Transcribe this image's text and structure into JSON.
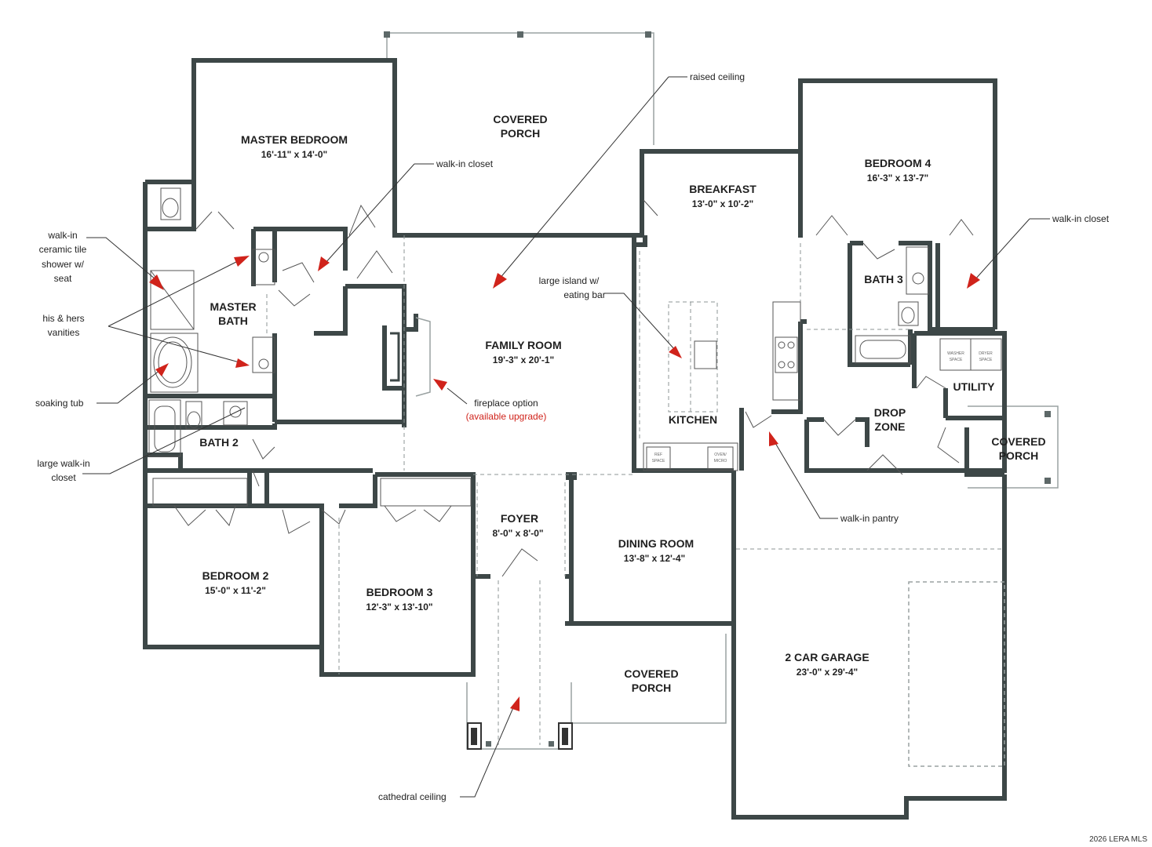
{
  "rooms": {
    "master_bedroom": {
      "name": "MASTER BEDROOM",
      "dim": "16'-11\" x 14'-0\""
    },
    "covered_porch_back": {
      "line1": "COVERED",
      "line2": "PORCH"
    },
    "breakfast": {
      "name": "BREAKFAST",
      "dim": "13'-0\" x 10'-2\""
    },
    "bedroom4": {
      "name": "BEDROOM 4",
      "dim": "16'-3\" x 13'-7\""
    },
    "master_bath": {
      "line1": "MASTER",
      "line2": "BATH"
    },
    "family_room": {
      "name": "FAMILY ROOM",
      "dim": "19'-3\" x 20'-1\""
    },
    "bath3": {
      "name": "BATH 3"
    },
    "utility": {
      "name": "UTILITY"
    },
    "kitchen": {
      "name": "KITCHEN"
    },
    "drop_zone": {
      "line1": "DROP",
      "line2": "ZONE"
    },
    "covered_porch_side": {
      "line1": "COVERED",
      "line2": "PORCH"
    },
    "bath2": {
      "name": "BATH 2"
    },
    "foyer": {
      "name": "FOYER",
      "dim": "8'-0\" x 8'-0\""
    },
    "dining_room": {
      "name": "DINING ROOM",
      "dim": "13'-8\" x 12'-4\""
    },
    "bedroom2": {
      "name": "BEDROOM 2",
      "dim": "15'-0\" x 11'-2\""
    },
    "bedroom3": {
      "name": "BEDROOM 3",
      "dim": "12'-3\" x 13'-10\""
    },
    "garage": {
      "name": "2 CAR GARAGE",
      "dim": "23'-0\" x 29'-4\""
    },
    "covered_porch_front": {
      "line1": "COVERED",
      "line2": "PORCH"
    }
  },
  "callouts": {
    "raised_ceiling": "raised ceiling",
    "walk_in_closet_master": "walk-in closet",
    "walk_in_closet_bed4": "walk-in closet",
    "shower": [
      "walk-in",
      "ceramic tile",
      "shower w/",
      "seat"
    ],
    "vanities": [
      "his & hers",
      "vanities"
    ],
    "soaking_tub": "soaking tub",
    "large_closet": [
      "large walk-in",
      "closet"
    ],
    "island": [
      "large island w/",
      "eating bar"
    ],
    "fireplace": "fireplace option",
    "fireplace_note": "(available upgrade)",
    "pantry": "walk-in pantry",
    "cathedral": "cathedral ceiling"
  },
  "fixture_labels": {
    "refrigerator": [
      "REF",
      "SPACE"
    ],
    "oven": [
      "OVEN/",
      "MICRO"
    ],
    "washer": [
      "WASHER",
      "SPACE"
    ],
    "dryer": [
      "DRYER",
      "SPACE"
    ]
  },
  "colors": {
    "wall": "#3d4747",
    "arrow": "#d0231b",
    "callout_red": "#d0231b"
  },
  "watermark": "2026 LERA MLS"
}
